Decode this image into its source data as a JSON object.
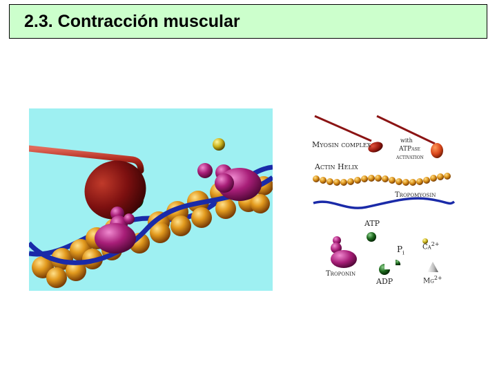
{
  "slide": {
    "title": "2.3. Contracción muscular"
  },
  "legend": {
    "myosin": "Myosin complex",
    "with": "with",
    "atpase": "ATPase",
    "activation": "activation",
    "actin": "Actin Helix",
    "tropomyosin": "Tropomyosin",
    "atp": "ATP",
    "pi_p": "P",
    "pi_sub": "i",
    "ca": "Ca",
    "ca_sup": "2+",
    "troponin": "Troponin",
    "adp": "ADP",
    "mg": "Mg",
    "mg_sup": "2+"
  },
  "colors": {
    "title_bg": "#ccffcc",
    "photo_bg": "#9ef0f2",
    "actin": "#e09a1e",
    "tropomyosin": "#1a2aa8",
    "myosin": "#8b1414",
    "troponin": "#a81e78",
    "atp": "#1e6a1e"
  }
}
